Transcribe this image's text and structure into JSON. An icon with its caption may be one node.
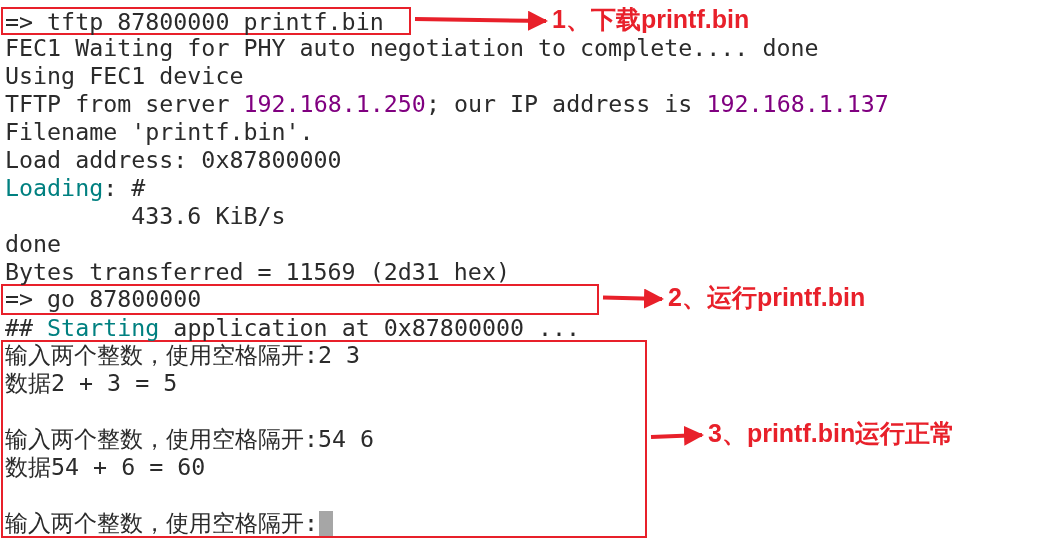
{
  "diagram": {
    "nodes": [
      {
        "text": [
          "=> tftp 87800000 printf.bin"
        ]
      },
      {
        "text": [
          "1、下载printf.bin"
        ]
      },
      {
        "text": [
          "=> go 87800000"
        ]
      },
      {
        "text": [
          "2、运行printf.bin"
        ]
      },
      {
        "text": [
          "输入两个整数，使用空格隔开:2 3",
          "数据2 + 3 = 5",
          "输入两个整数，使用空格隔开:54 6",
          "数据54 + 6 = 60",
          "输入两个整数，使用空格隔开:"
        ]
      },
      {
        "text": [
          "3、printf.bin运行正常"
        ]
      }
    ],
    "edges": [
      {
        "from": 0,
        "to": 1,
        "arrow": "to"
      },
      {
        "from": 2,
        "to": 3,
        "arrow": "to"
      },
      {
        "from": 4,
        "to": 5,
        "arrow": "to"
      }
    ],
    "labels": [
      "FEC1 Waiting for PHY auto negotiation to complete.... done",
      "Using FEC1 device",
      "TFTP from server",
      "192.168.1.250",
      "; our IP address is",
      "192.168.1.137",
      "Filename 'printf.bin'.",
      "Load address: 0x87800000",
      "Loading",
      ": #",
      "433.6 KiB/s",
      "done",
      "Bytes transferred = 11569 (2d31 hex)",
      "##",
      "Starting",
      "application at 0x87800000 ..."
    ]
  }
}
